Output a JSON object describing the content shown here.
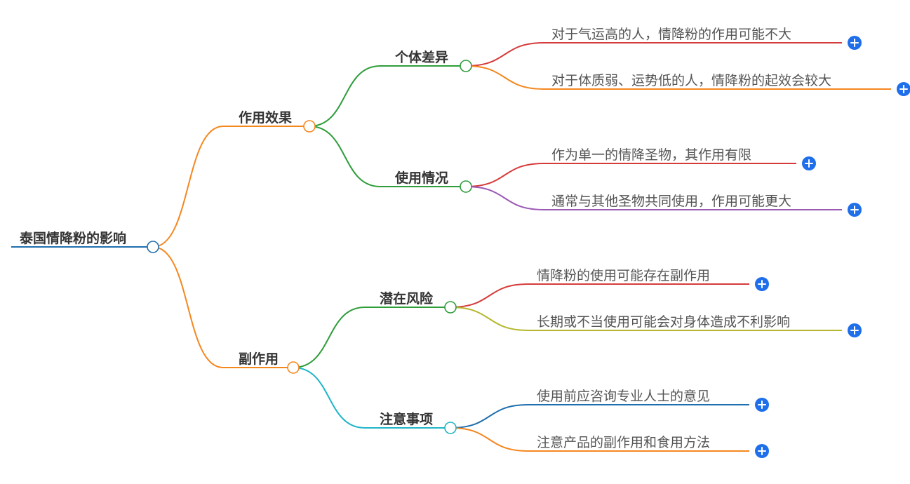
{
  "mindmap": {
    "root": {
      "label": "泰国情降粉的影响",
      "color": "#1f6fae",
      "children": [
        {
          "label": "作用效果",
          "color": "#f5871f",
          "children": [
            {
              "label": "个体差异",
              "color": "#2e9d3a",
              "children": [
                {
                  "label": "对于气运高的人，情降粉的作用可能不大",
                  "color": "#d63b3b"
                },
                {
                  "label": "对于体质弱、运势低的人，情降粉的起效会较大",
                  "color": "#f5871f"
                }
              ]
            },
            {
              "label": "使用情况",
              "color": "#2e9d3a",
              "children": [
                {
                  "label": "作为单一的情降圣物，其作用有限",
                  "color": "#d63b3b"
                },
                {
                  "label": "通常与其他圣物共同使用，作用可能更大",
                  "color": "#9b59b6"
                }
              ]
            }
          ]
        },
        {
          "label": "副作用",
          "color": "#f5871f",
          "children": [
            {
              "label": "潜在风险",
              "color": "#2e9d3a",
              "children": [
                {
                  "label": "情降粉的使用可能存在副作用",
                  "color": "#d63b3b"
                },
                {
                  "label": "长期或不当使用可能会对身体造成不利影响",
                  "color": "#b5b82e"
                }
              ]
            },
            {
              "label": "注意事项",
              "color": "#1fb5c8",
              "children": [
                {
                  "label": "使用前应咨询专业人士的意见",
                  "color": "#1f6fae"
                },
                {
                  "label": "注意产品的副作用和食用方法",
                  "color": "#f5871f"
                }
              ]
            }
          ]
        }
      ]
    },
    "expand_icon": "plus-icon",
    "expand_color": "#1f6feb"
  }
}
